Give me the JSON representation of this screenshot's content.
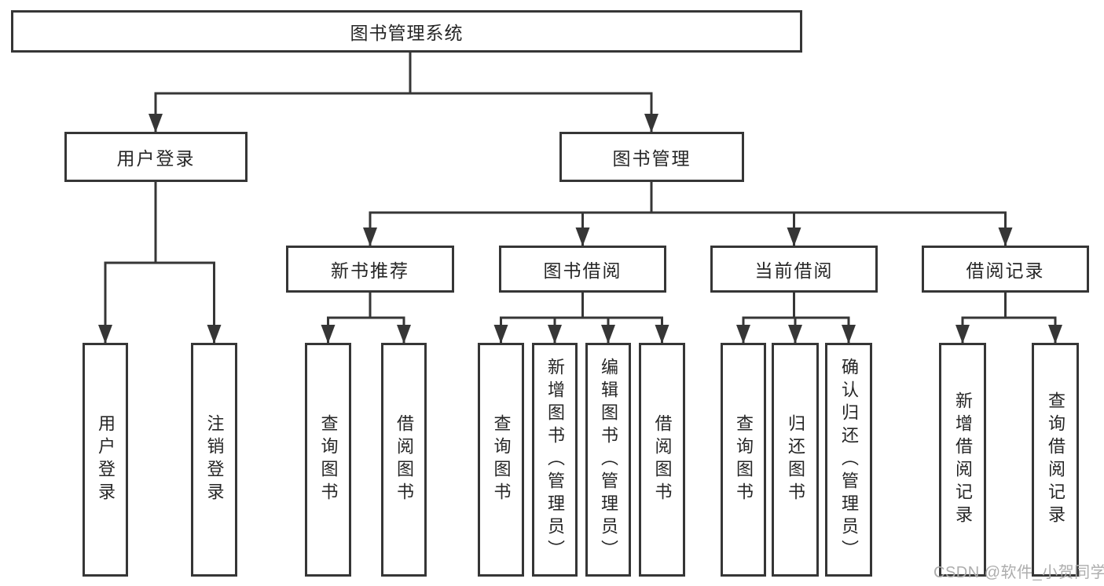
{
  "tree": {
    "label": "图书管理系统",
    "children": [
      {
        "label": "用户登录",
        "children": [
          {
            "label": "用户登录"
          },
          {
            "label": "注销登录"
          }
        ]
      },
      {
        "label": "图书管理",
        "children": [
          {
            "label": "新书推荐",
            "children": [
              {
                "label": "查询图书"
              },
              {
                "label": "借阅图书"
              }
            ]
          },
          {
            "label": "图书借阅",
            "children": [
              {
                "label": "查询图书"
              },
              {
                "label": "新增图书（管理员）"
              },
              {
                "label": "编辑图书（管理员）"
              },
              {
                "label": "借阅图书"
              }
            ]
          },
          {
            "label": "当前借阅",
            "children": [
              {
                "label": "查询图书"
              },
              {
                "label": "归还图书"
              },
              {
                "label": "确认归还（管理员）"
              }
            ]
          },
          {
            "label": "借阅记录",
            "children": [
              {
                "label": "新增借阅记录"
              },
              {
                "label": "查询借阅记录"
              }
            ]
          }
        ]
      }
    ]
  },
  "watermark": {
    "text": "CSDN @软件_小贺同学"
  },
  "colors": {
    "line": "#363636",
    "text": "#262626",
    "box_bg": "#ffffff",
    "page_bg": "#ffffff",
    "watermark": "#adadad"
  }
}
